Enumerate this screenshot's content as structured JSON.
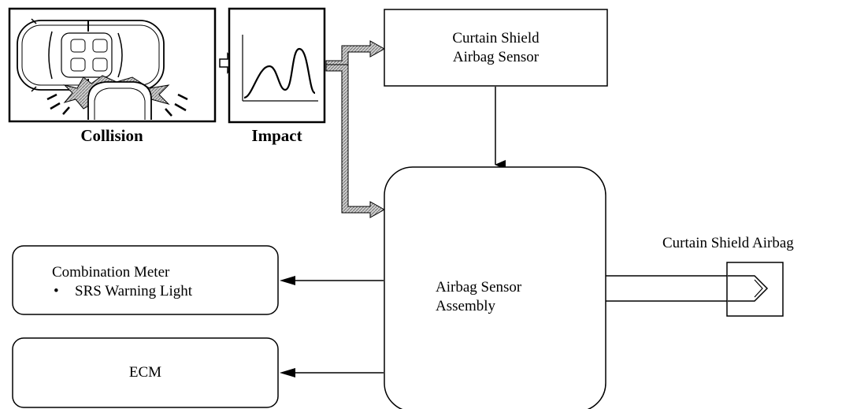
{
  "collision_label": "Collision",
  "impact_label": "Impact",
  "curtain_shield_sensor": {
    "line1": "Curtain Shield",
    "line2": "Airbag Sensor"
  },
  "sensor_assembly": {
    "line1": "Airbag Sensor",
    "line2": "Assembly"
  },
  "combination_meter": {
    "title": "Combination Meter",
    "bullet": "•",
    "item": "SRS Warning Light"
  },
  "ecm_label": "ECM",
  "curtain_airbag_label": "Curtain Shield Airbag",
  "colors": {
    "line": "#000000",
    "hatch_arrow": "#9a9a9a",
    "background": "#ffffff"
  }
}
